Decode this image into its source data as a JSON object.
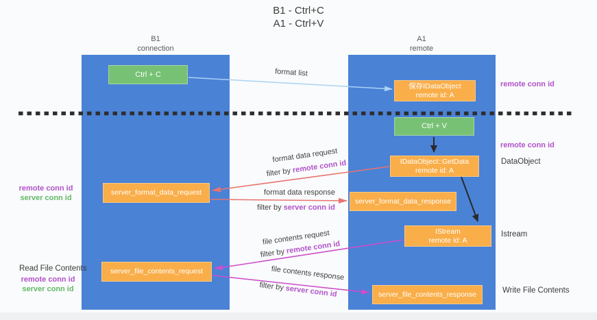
{
  "title": {
    "line1": "B1 - Ctrl+C",
    "line2": "A1 - Ctrl+V"
  },
  "columns": {
    "left": {
      "name": "B1",
      "role": "connection"
    },
    "right": {
      "name": "A1",
      "role": "remote"
    }
  },
  "boxes": {
    "ctrl_c": "Ctrl + C",
    "ctrl_v": "Ctrl + V",
    "save_idataobject": {
      "line1": "保存IDataObject",
      "line2": "remote id: A"
    },
    "getdata": {
      "line1": "IDataObject::GetData",
      "line2": "remote id: A"
    },
    "istream": {
      "line1": "IStream",
      "line2": "remote id: A"
    },
    "server_format_data_request": "server_format_data_request",
    "server_format_data_response": "server_format_data_response",
    "server_file_contents_request": "server_file_contents_request",
    "server_file_contents_response": "server_file_contents_response"
  },
  "annotations": {
    "format_list": "format list",
    "format_data_request": "format data request",
    "format_data_response": "format data response",
    "file_contents_request": "file contents request",
    "file_contents_response": "file contents response",
    "filter_by": "filter by",
    "remote_conn_id": "remote conn id",
    "server_conn_id": "server conn id"
  },
  "side_labels": {
    "remote_conn_id": "remote conn id",
    "server_conn_id": "server conn id",
    "dataobject": "DataObject",
    "istream": "Istream",
    "read_file_contents": "Read File Contents",
    "write_file_contents": "Write File Contents"
  },
  "colors": {
    "column_blue": "#4a82d6",
    "box_green": "#77c175",
    "box_orange": "#f9ae49",
    "arrow_blue": "#a9d2f3",
    "arrow_black": "#2a2a2a",
    "arrow_red": "#e8736f",
    "arrow_magenta": "#cc4fcb",
    "label_purple": "#b052c9",
    "label_green": "#62b966",
    "separator": "#2e2e2e"
  }
}
